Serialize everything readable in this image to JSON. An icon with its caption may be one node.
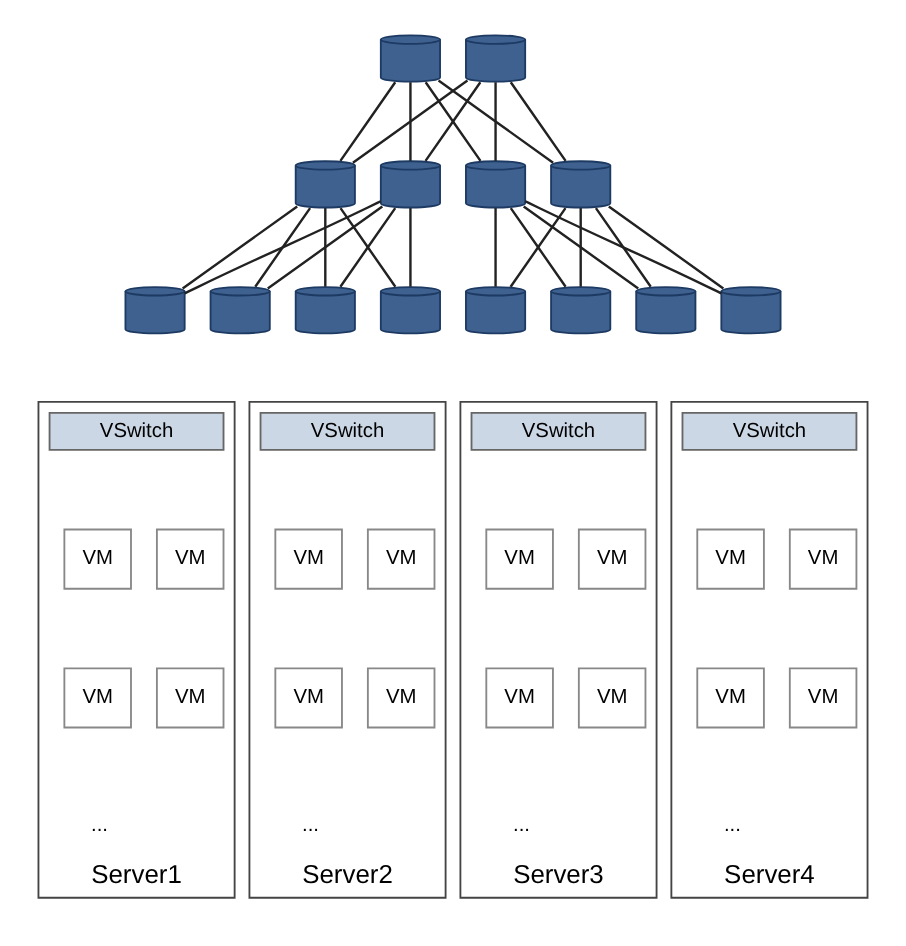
{
  "diagram": {
    "nodes": [
      {
        "text": [],
        "shape": "cylinder"
      },
      {
        "text": [],
        "shape": "cylinder"
      },
      {
        "text": [],
        "shape": "cylinder"
      },
      {
        "text": [],
        "shape": "cylinder"
      },
      {
        "text": [],
        "shape": "cylinder"
      },
      {
        "text": [],
        "shape": "cylinder"
      },
      {
        "text": [],
        "shape": "cylinder"
      },
      {
        "text": [],
        "shape": "cylinder"
      },
      {
        "text": [],
        "shape": "cylinder"
      },
      {
        "text": [],
        "shape": "cylinder"
      },
      {
        "text": [],
        "shape": "cylinder"
      },
      {
        "text": [],
        "shape": "cylinder"
      },
      {
        "text": [],
        "shape": "cylinder"
      },
      {
        "text": [],
        "shape": "cylinder"
      },
      {
        "text": [
          "Server1"
        ]
      },
      {
        "text": [
          "VSwitch"
        ],
        "in": 14
      },
      {
        "text": [
          "VM"
        ],
        "in": 14
      },
      {
        "text": [
          "VM"
        ],
        "in": 14
      },
      {
        "text": [
          "VM"
        ],
        "in": 14
      },
      {
        "text": [
          "VM"
        ],
        "in": 14
      },
      {
        "text": [
          "Server2"
        ]
      },
      {
        "text": [
          "VSwitch"
        ],
        "in": 20
      },
      {
        "text": [
          "VM"
        ],
        "in": 20
      },
      {
        "text": [
          "VM"
        ],
        "in": 20
      },
      {
        "text": [
          "VM"
        ],
        "in": 20
      },
      {
        "text": [
          "VM"
        ],
        "in": 20
      },
      {
        "text": [
          "Server3"
        ]
      },
      {
        "text": [
          "VSwitch"
        ],
        "in": 26
      },
      {
        "text": [
          "VM"
        ],
        "in": 26
      },
      {
        "text": [
          "VM"
        ],
        "in": 26
      },
      {
        "text": [
          "VM"
        ],
        "in": 26
      },
      {
        "text": [
          "VM"
        ],
        "in": 26
      },
      {
        "text": [
          "Server4"
        ]
      },
      {
        "text": [
          "VSwitch"
        ],
        "in": 32
      },
      {
        "text": [
          "VM"
        ],
        "in": 32
      },
      {
        "text": [
          "VM"
        ],
        "in": 32
      },
      {
        "text": [
          "VM"
        ],
        "in": 32
      },
      {
        "text": [
          "VM"
        ],
        "in": 32
      }
    ],
    "edges": [
      {
        "from": 0,
        "to": 2,
        "arrow": "none"
      },
      {
        "from": 0,
        "to": 3,
        "arrow": "none"
      },
      {
        "from": 0,
        "to": 4,
        "arrow": "none"
      },
      {
        "from": 0,
        "to": 5,
        "arrow": "none"
      },
      {
        "from": 1,
        "to": 2,
        "arrow": "none"
      },
      {
        "from": 1,
        "to": 3,
        "arrow": "none"
      },
      {
        "from": 1,
        "to": 4,
        "arrow": "none"
      },
      {
        "from": 1,
        "to": 5,
        "arrow": "none"
      },
      {
        "from": 2,
        "to": 6,
        "arrow": "none"
      },
      {
        "from": 2,
        "to": 7,
        "arrow": "none"
      },
      {
        "from": 2,
        "to": 8,
        "arrow": "none"
      },
      {
        "from": 2,
        "to": 9,
        "arrow": "none"
      },
      {
        "from": 3,
        "to": 6,
        "arrow": "none"
      },
      {
        "from": 3,
        "to": 7,
        "arrow": "none"
      },
      {
        "from": 3,
        "to": 8,
        "arrow": "none"
      },
      {
        "from": 3,
        "to": 9,
        "arrow": "none"
      },
      {
        "from": 4,
        "to": 10,
        "arrow": "none"
      },
      {
        "from": 4,
        "to": 11,
        "arrow": "none"
      },
      {
        "from": 4,
        "to": 12,
        "arrow": "none"
      },
      {
        "from": 4,
        "to": 13,
        "arrow": "none"
      },
      {
        "from": 5,
        "to": 10,
        "arrow": "none"
      },
      {
        "from": 5,
        "to": 11,
        "arrow": "none"
      },
      {
        "from": 5,
        "to": 12,
        "arrow": "none"
      },
      {
        "from": 5,
        "to": 13,
        "arrow": "none"
      }
    ],
    "labels": [
      "...",
      "...",
      "...",
      "..."
    ]
  }
}
